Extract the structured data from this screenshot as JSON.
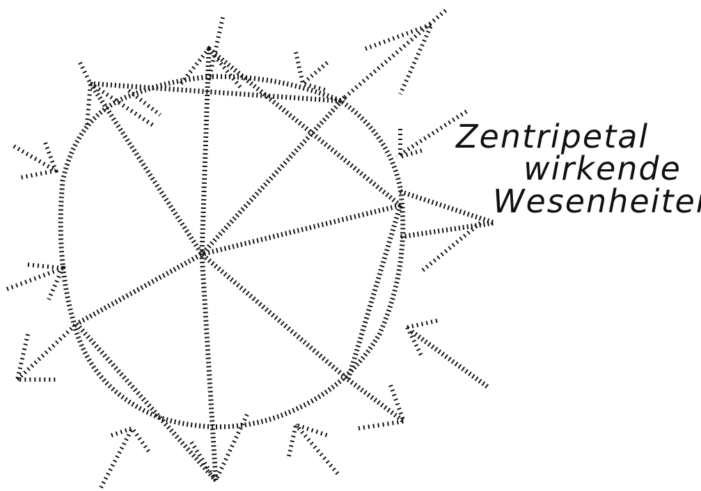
{
  "label": {
    "line1": "Zentripetal",
    "line2": "wirkende",
    "line3": "Wesenheiten"
  },
  "ink_color": "#111111",
  "background_color": "#ffffff"
}
